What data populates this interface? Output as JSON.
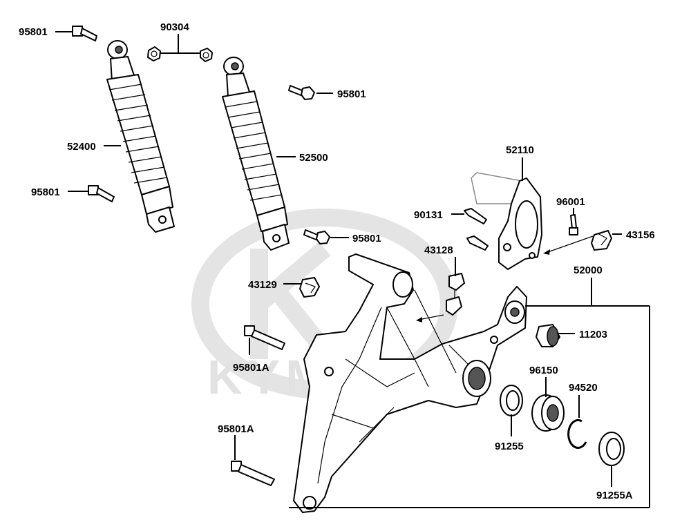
{
  "watermark": {
    "brand": "KYMCO"
  },
  "labels": {
    "p95801_a": "95801",
    "p90304": "90304",
    "p95801_b": "95801",
    "p52400": "52400",
    "p52500": "52500",
    "p95801_c": "95801",
    "p95801_d": "95801",
    "p52110": "52110",
    "p96001": "96001",
    "p90131": "90131",
    "p43156": "43156",
    "p43128": "43128",
    "p52000": "52000",
    "p43129": "43129",
    "p11203": "11203",
    "p95801A_a": "95801A",
    "p96150": "96150",
    "p94520": "94520",
    "p95801A_b": "95801A",
    "p91255": "91255",
    "p91255A": "91255A"
  }
}
